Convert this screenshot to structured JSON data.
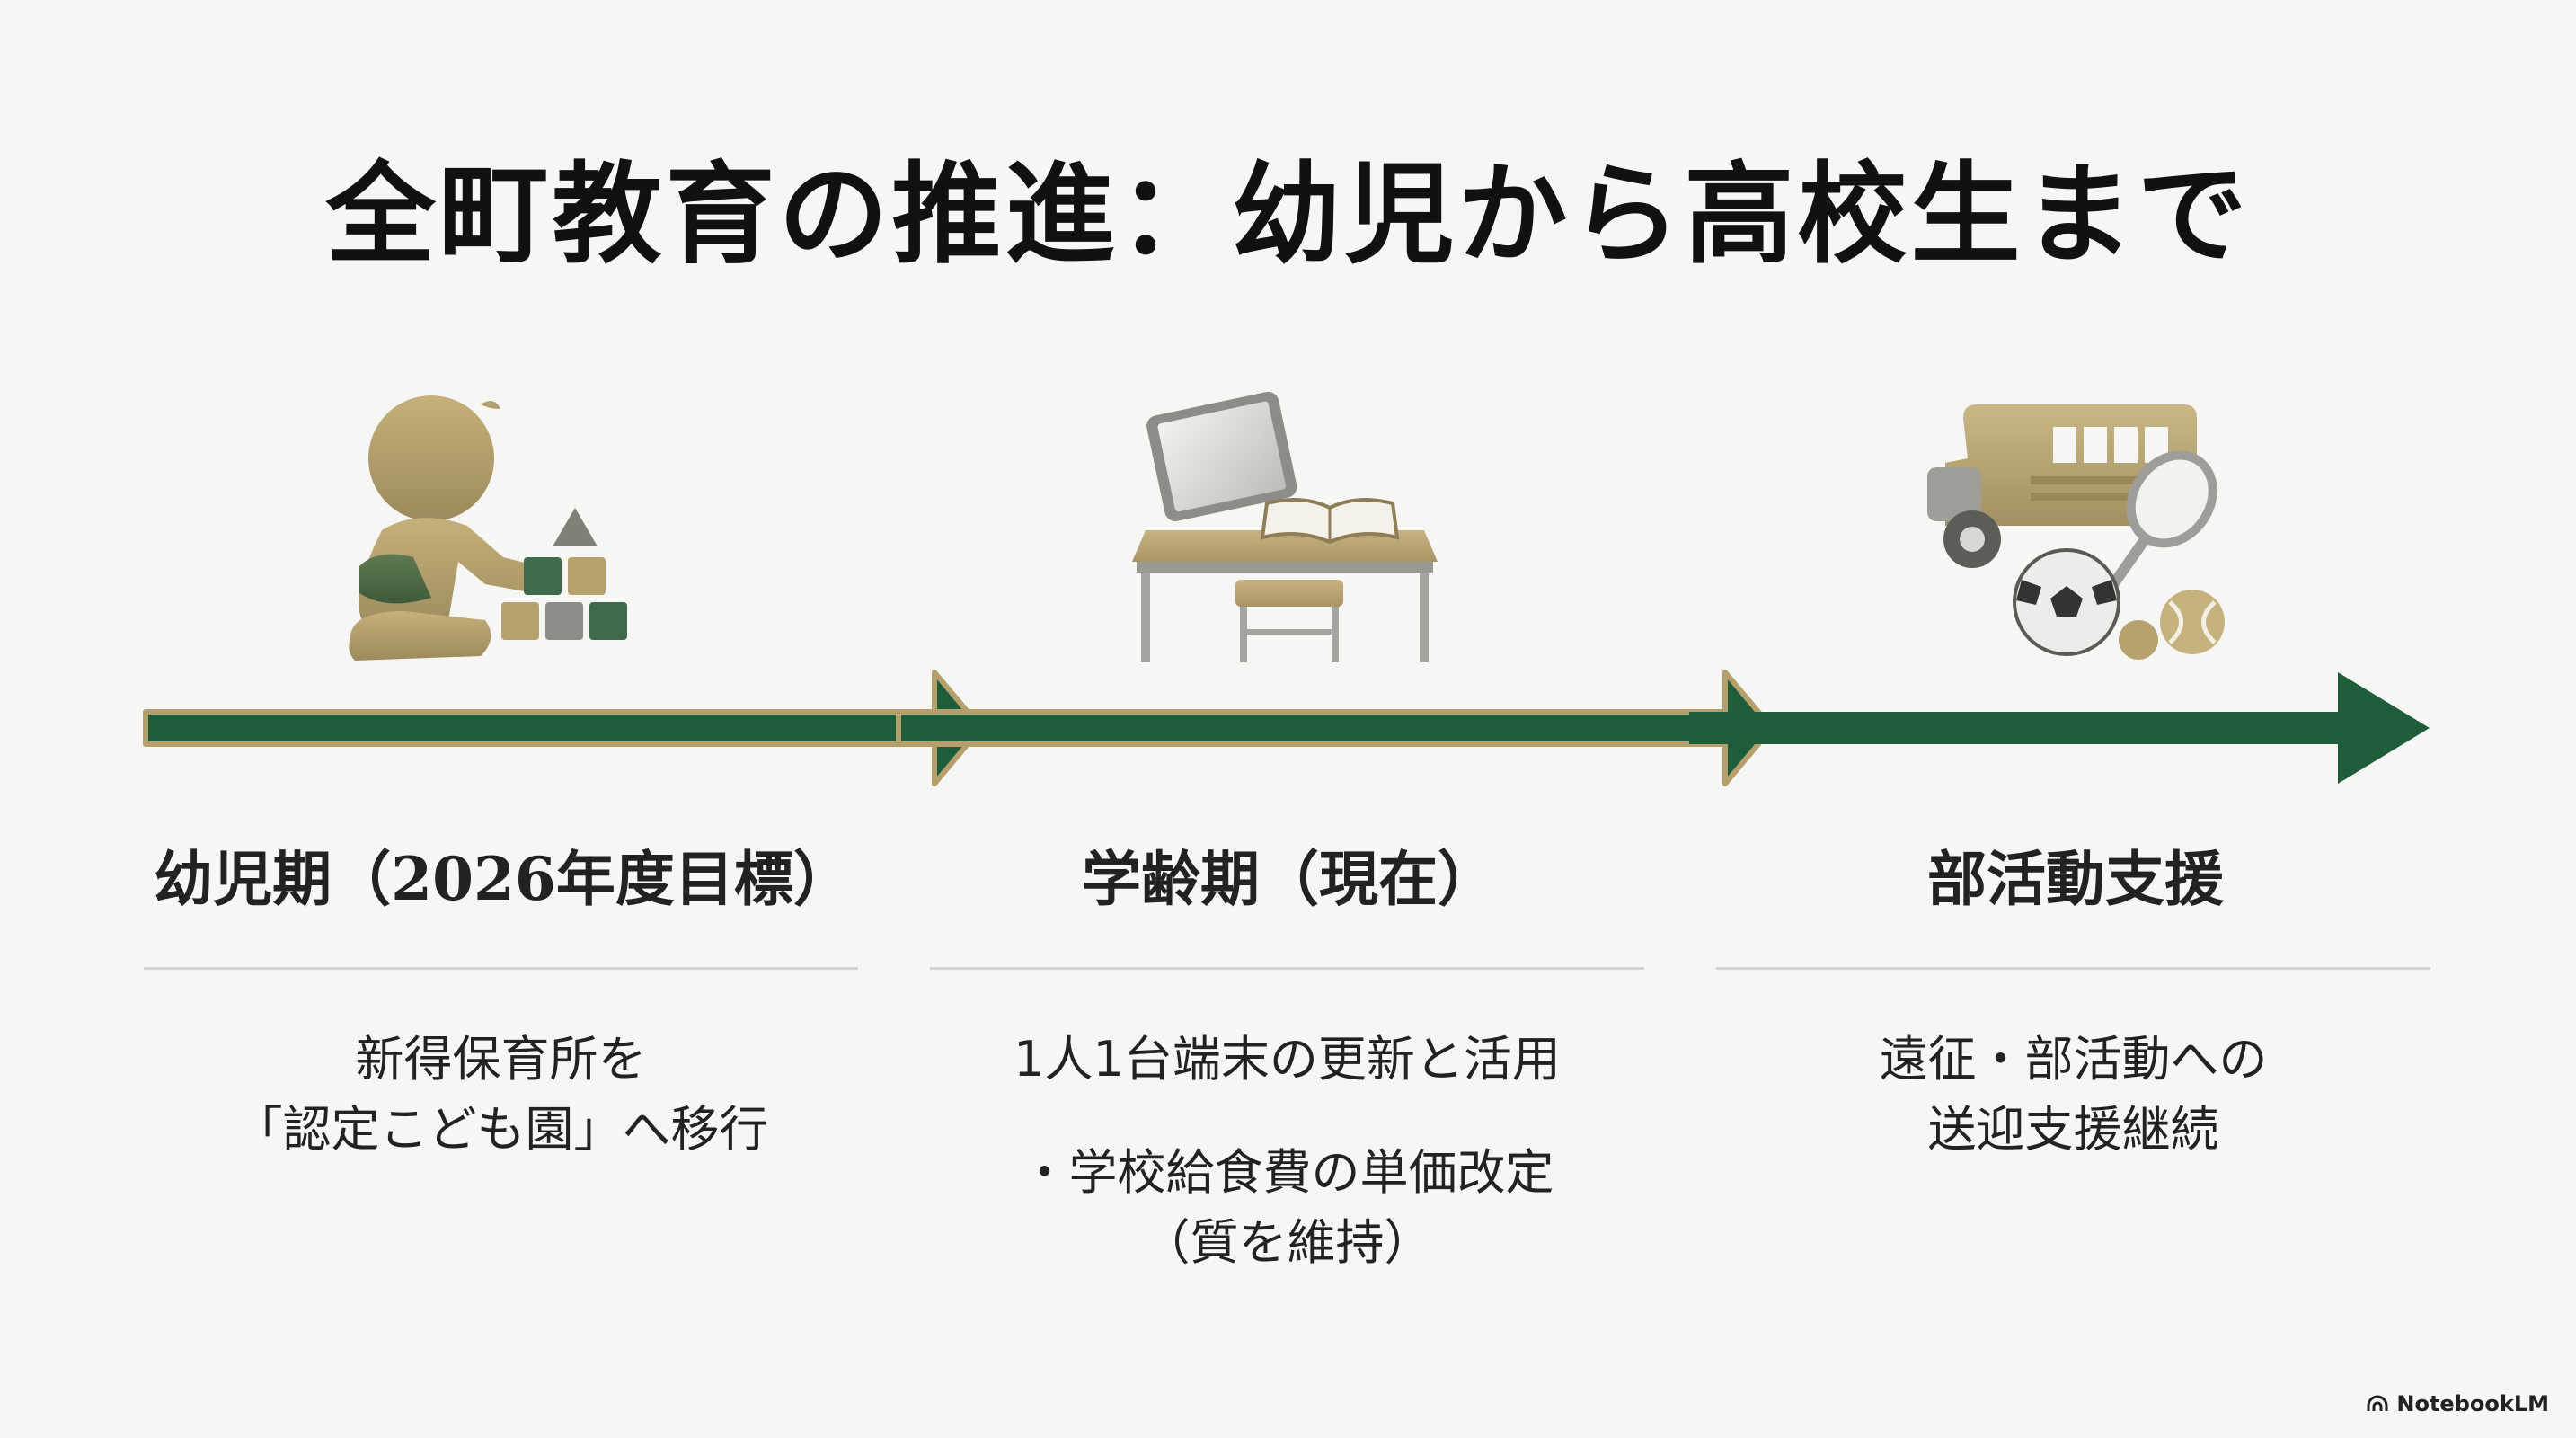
{
  "title": "全町教育の推進：幼児から高校生まで",
  "stages": [
    {
      "icon": "child-playing-blocks-icon",
      "title": "幼児期（2026年度目標）",
      "body": [
        "新得保育所を",
        "「認定こども園」へ移行"
      ]
    },
    {
      "icon": "desk-tablet-book-icon",
      "title": "学齢期（現在）",
      "body": [
        "1人1台端末の更新と活用"
      ],
      "body2": [
        "・学校給食費の単価改定",
        "（質を維持）"
      ]
    },
    {
      "icon": "bus-sports-equipment-icon",
      "title": "部活動支援",
      "body": [
        "遠征・部活動への",
        "送迎支援継続"
      ]
    }
  ],
  "colors": {
    "arrow_green": "#1f5d3a",
    "accent_gold": "#b5a06c",
    "divider": "#d2d2d2"
  },
  "branding": {
    "logo_text": "NotebookLM",
    "logo_icon": "notebooklm-logo-icon"
  }
}
